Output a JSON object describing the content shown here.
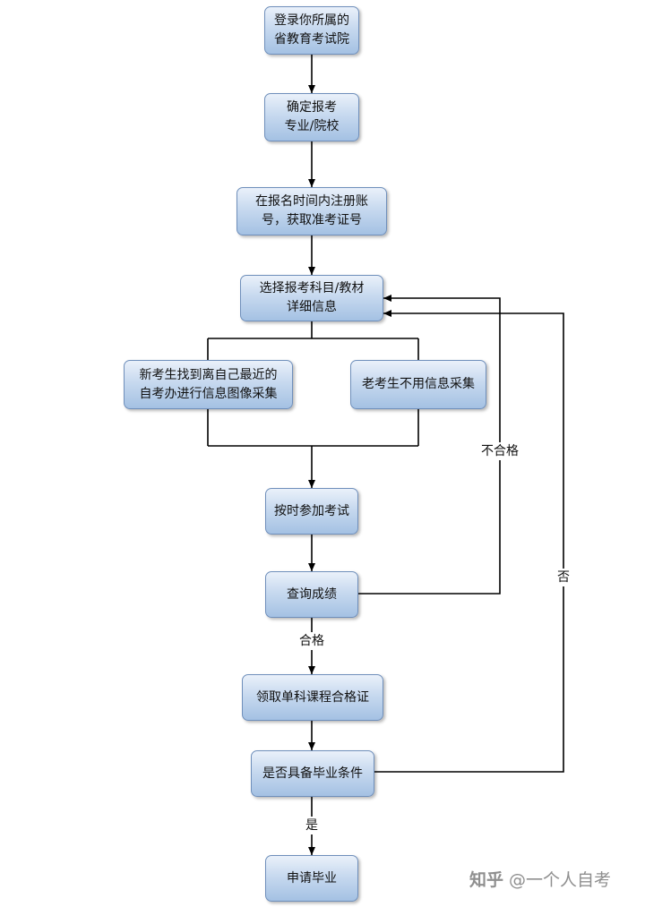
{
  "colors": {
    "node_fill_top": "#eaf1fa",
    "node_fill_bottom": "#a4c1e3",
    "node_border": "#6f8fbb",
    "connector": "#000000"
  },
  "nodes": {
    "login_exam_authority": {
      "line1": "登录你所属的",
      "line2": "省教育考试院"
    },
    "confirm_major": {
      "line1": "确定报考",
      "line2": "专业/院校"
    },
    "register_account": {
      "line1": "在报名时间内注册账",
      "line2": "号，获取准考证号"
    },
    "select_subjects": {
      "line1": "选择报考科目/教材",
      "line2": "详细信息"
    },
    "new_candidate_capture": {
      "line1": "新考生找到离自己最近的",
      "line2": "自考办进行信息图像采集"
    },
    "old_candidate_skip": {
      "line1": "老考生不用信息采集"
    },
    "take_exam": {
      "line1": "按时参加考试"
    },
    "check_results": {
      "line1": "查询成绩"
    },
    "get_course_certificate": {
      "line1": "领取单科课程合格证"
    },
    "graduation_eligible": {
      "line1": "是否具备毕业条件"
    },
    "apply_graduation": {
      "line1": "申请毕业"
    }
  },
  "edge_labels": {
    "fail": "不合格",
    "pass": "合格",
    "no": "否",
    "yes": "是"
  },
  "watermark": {
    "brand": "知乎",
    "handle": "@一个人自考"
  }
}
